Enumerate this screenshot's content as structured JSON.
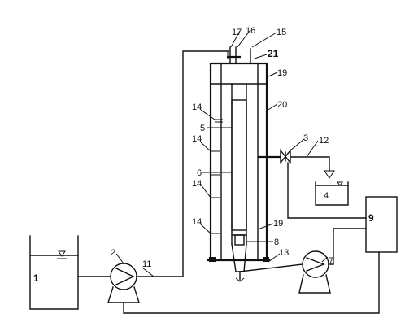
{
  "labels": {
    "n1": "1",
    "n2": "2",
    "n3": "3",
    "n4": "4",
    "n5": "5",
    "n6": "6",
    "n7": "7",
    "n8": "8",
    "n9": "9",
    "n11": "11",
    "n12": "12",
    "n13": "13",
    "n14a": "14",
    "n14b": "14",
    "n14c": "14",
    "n14d": "14",
    "n15": "15",
    "n16": "16",
    "n17": "17",
    "n19a": "19",
    "n19b": "19",
    "n20": "20",
    "n21": "21"
  }
}
